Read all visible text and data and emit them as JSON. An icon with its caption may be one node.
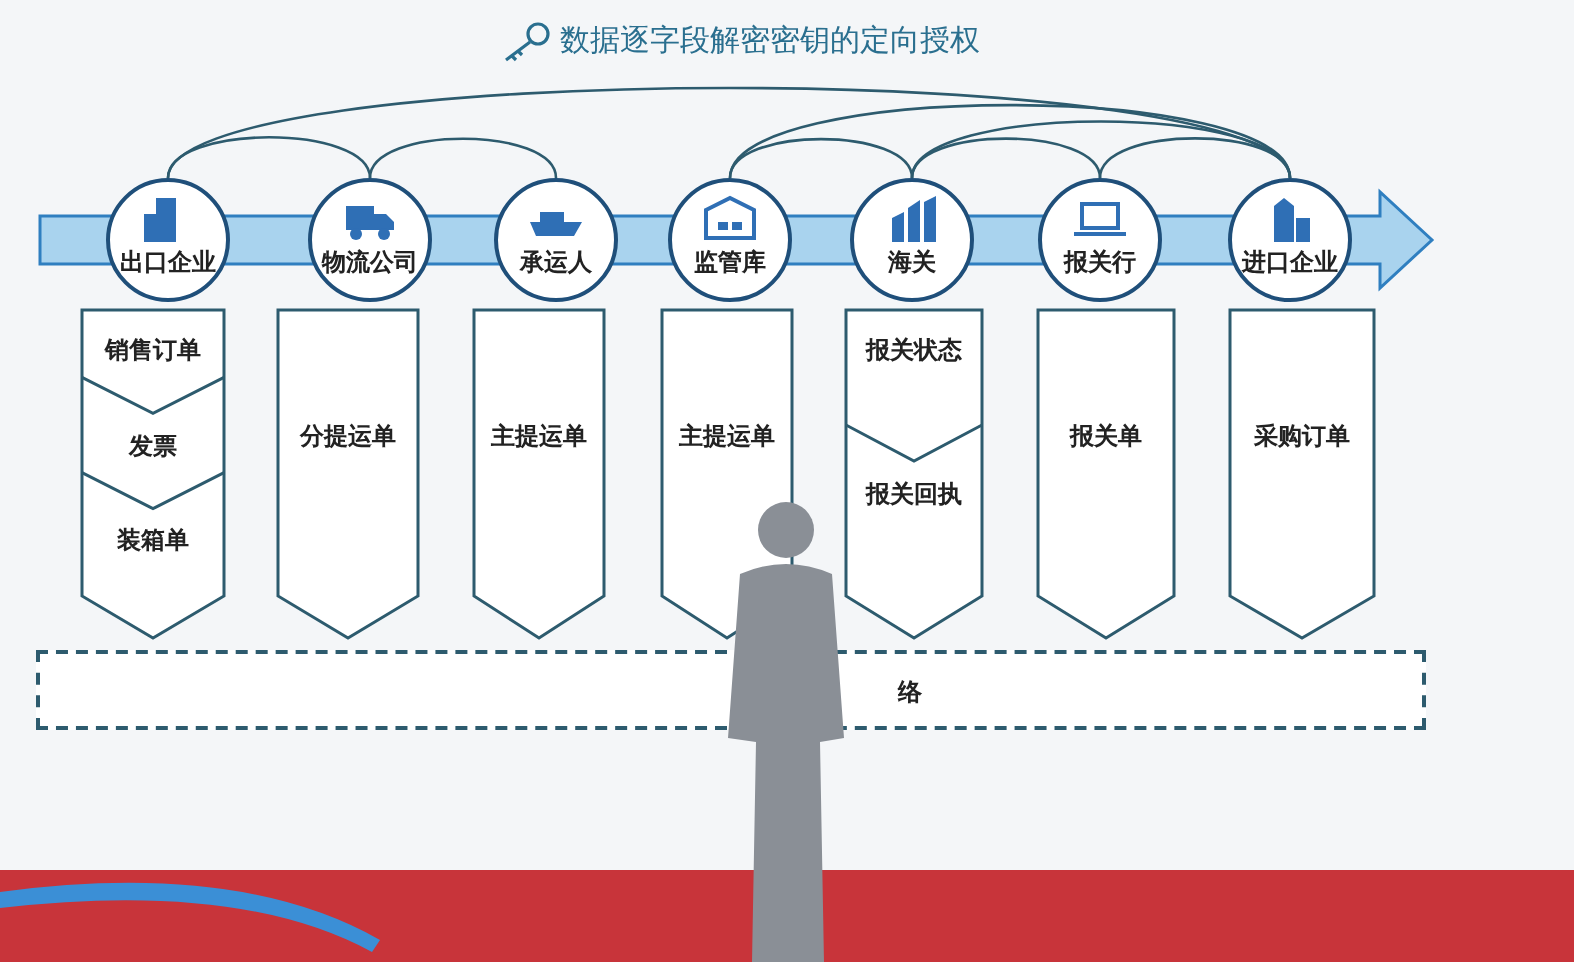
{
  "diagram": {
    "title": "数据逐字段解密密钥的定向授权",
    "nodes": [
      {
        "text": [
          "出口企业"
        ]
      },
      {
        "text": [
          "物流公司"
        ]
      },
      {
        "text": [
          "承运人"
        ]
      },
      {
        "text": [
          "监管库"
        ]
      },
      {
        "text": [
          "海关"
        ]
      },
      {
        "text": [
          "报关行"
        ]
      },
      {
        "text": [
          "进口企业"
        ]
      },
      {
        "text": [
          "销售订单",
          "发票",
          "装箱单"
        ]
      },
      {
        "text": [
          "分提运单"
        ]
      },
      {
        "text": [
          "主提运单"
        ]
      },
      {
        "text": [
          "主提运单"
        ]
      },
      {
        "text": [
          "报关状态",
          "报关回执"
        ]
      },
      {
        "text": [
          "报关单"
        ]
      },
      {
        "text": [
          "采购订单"
        ]
      },
      {
        "text": [
          "络"
        ]
      }
    ],
    "edges": [
      {
        "from": 0,
        "to": 6,
        "arrow": "none"
      },
      {
        "from": 0,
        "to": 1,
        "arrow": "none"
      },
      {
        "from": 1,
        "to": 2,
        "arrow": "none"
      },
      {
        "from": 3,
        "to": 4,
        "arrow": "none"
      },
      {
        "from": 3,
        "to": 6,
        "arrow": "none"
      },
      {
        "from": 4,
        "to": 5,
        "arrow": "none"
      },
      {
        "from": 4,
        "to": 6,
        "arrow": "none"
      },
      {
        "from": 5,
        "to": 6,
        "arrow": "none"
      }
    ]
  }
}
